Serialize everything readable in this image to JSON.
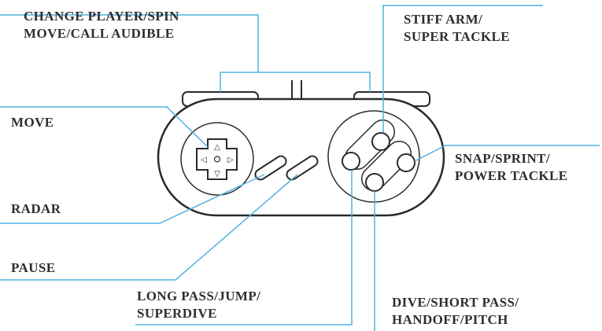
{
  "colors": {
    "leader_line": "#4fb3e0",
    "outline": "#2a2a2a",
    "text": "#2e2e2e",
    "background": "#ffffff"
  },
  "labels": {
    "change_player": [
      "CHANGE PLAYER/SPIN",
      "MOVE/CALL AUDIBLE"
    ],
    "stiff_arm": [
      "STIFF ARM/",
      "SUPER TACKLE"
    ],
    "move": [
      "MOVE"
    ],
    "snap": [
      "SNAP/SPRINT/",
      "POWER TACKLE"
    ],
    "radar": [
      "RADAR"
    ],
    "pause": [
      "PAUSE"
    ],
    "long_pass": [
      "LONG PASS/JUMP/",
      "SUPERDIVE"
    ],
    "dive": [
      "DIVE/SHORT PASS/",
      "HANDOFF/PITCH"
    ]
  },
  "controller": {
    "dpad_glyphs": {
      "up": "△",
      "down": "▽",
      "left": "◁",
      "right": "▷"
    }
  }
}
